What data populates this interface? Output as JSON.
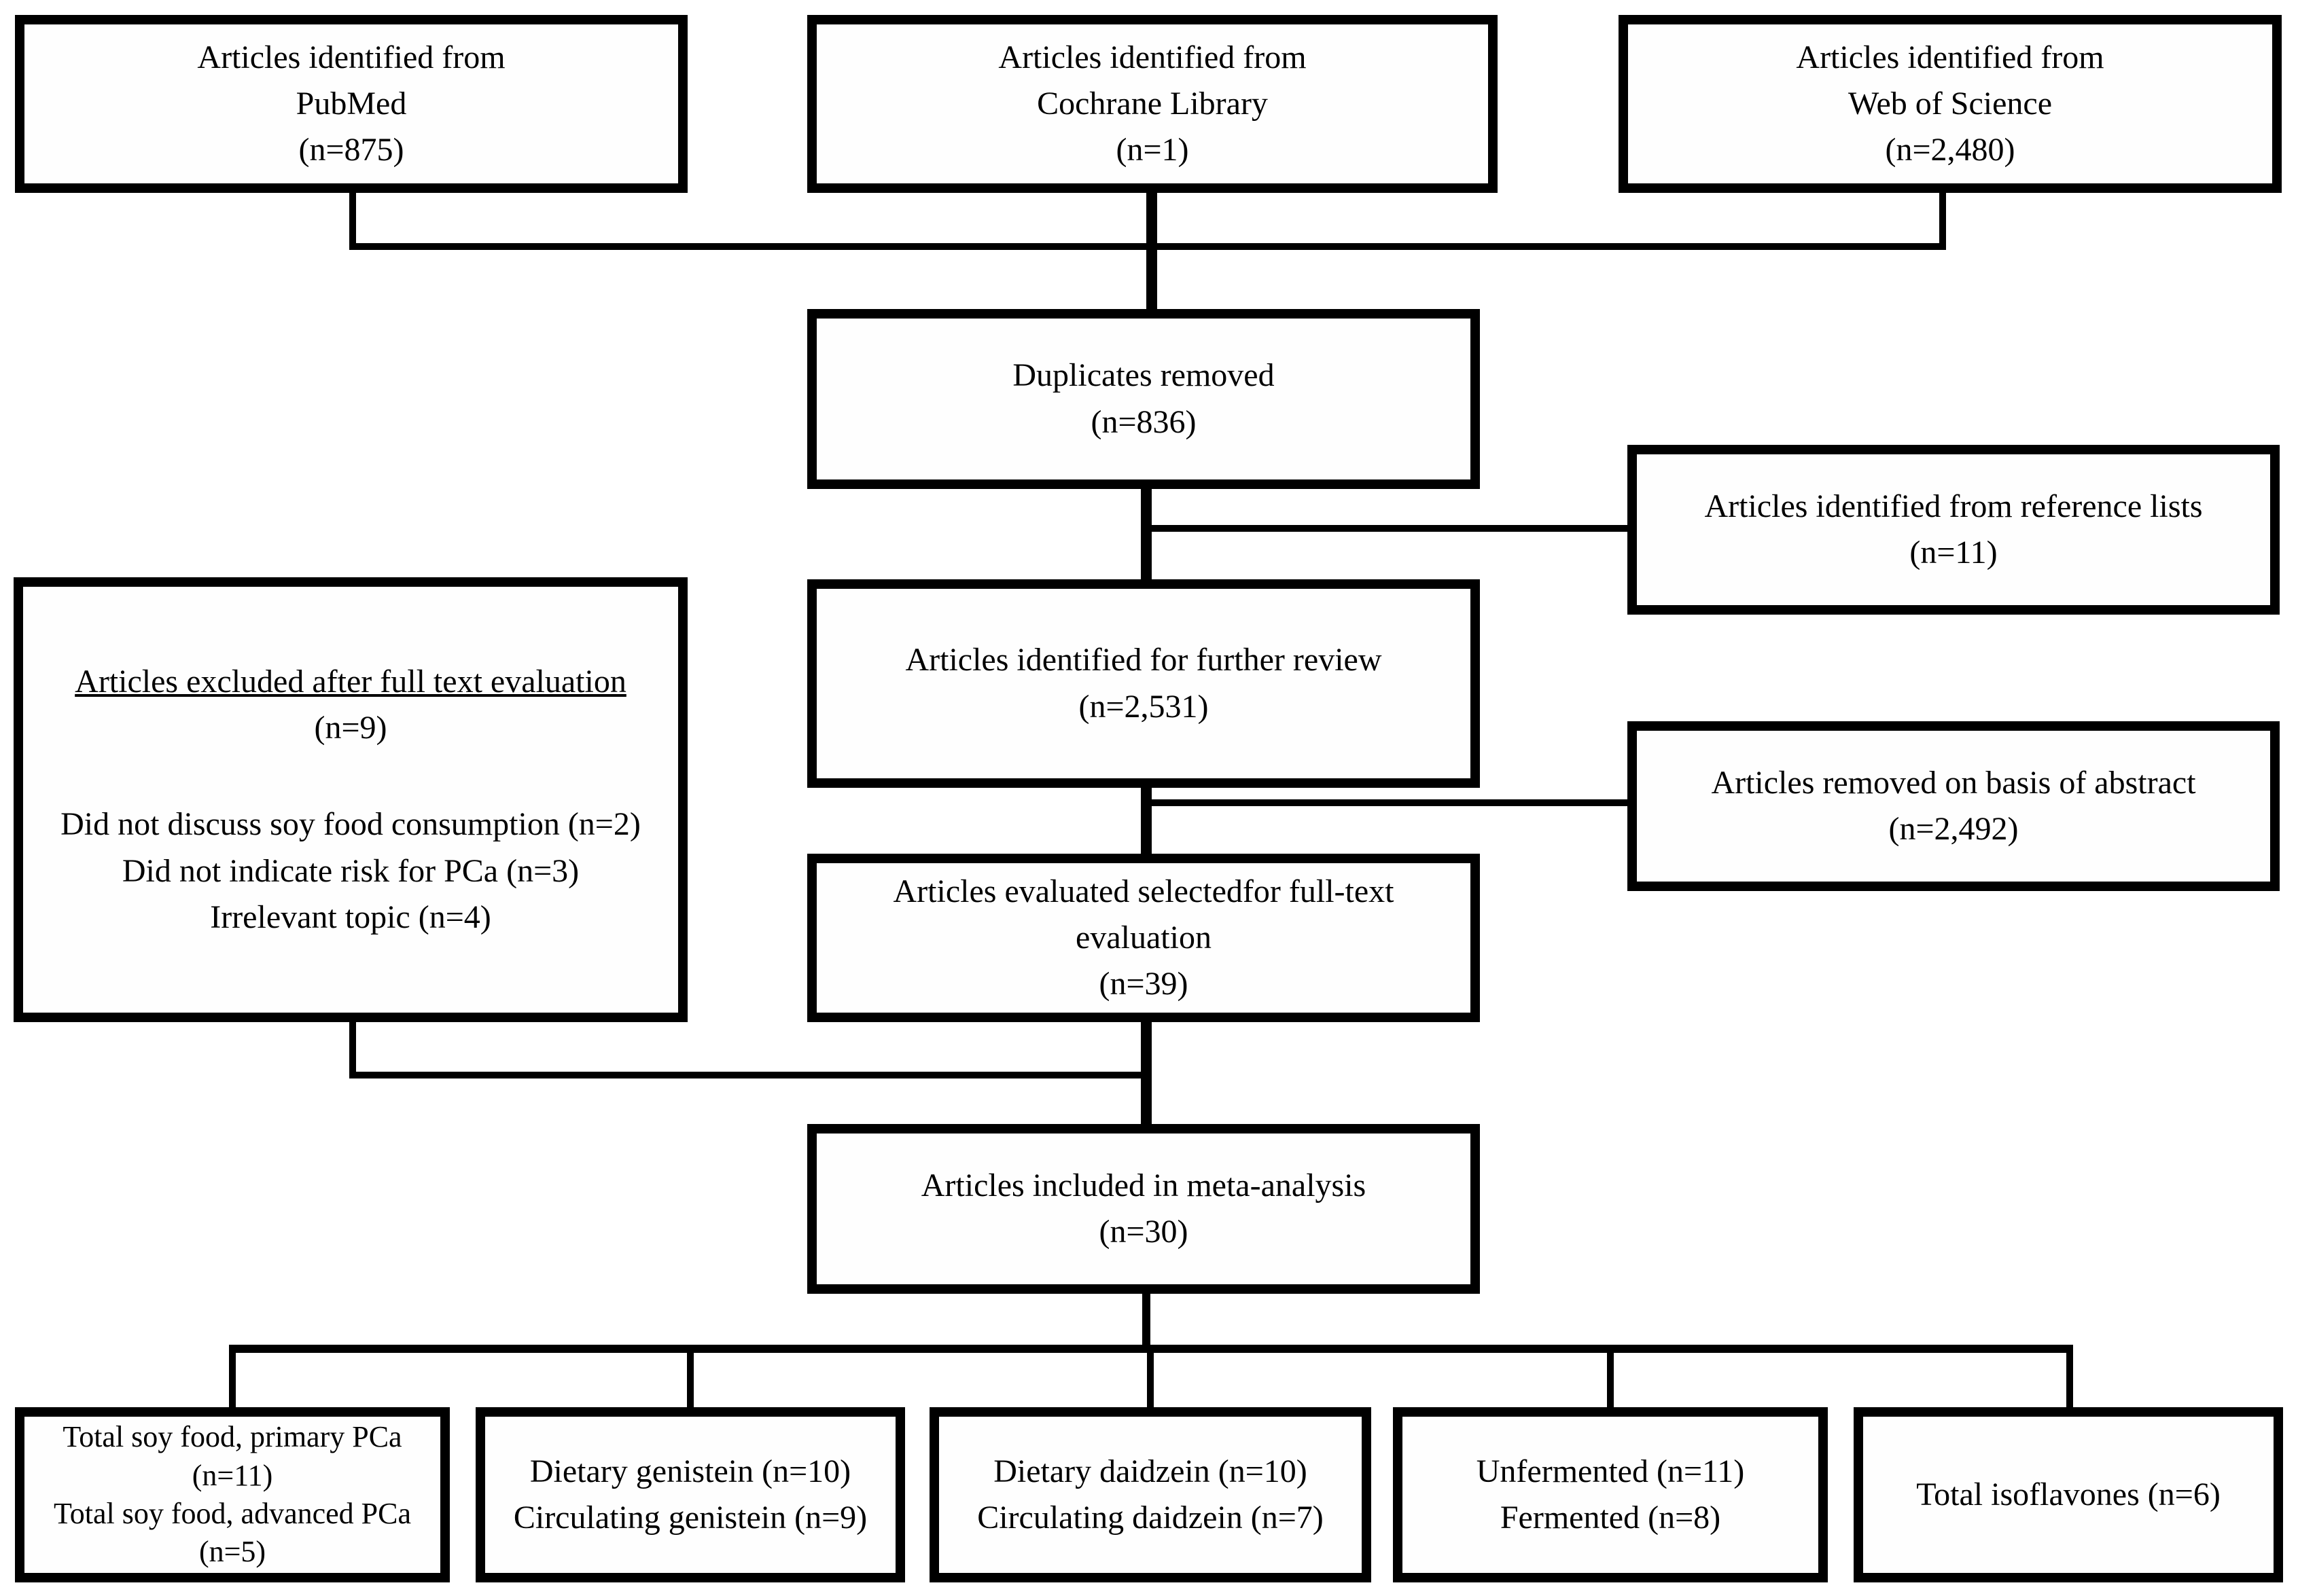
{
  "diagram": {
    "type": "flowchart",
    "description": "Article selection flow diagram for a meta-analysis of soy food and prostate cancer studies",
    "colors": {
      "box_border": "#000000",
      "connector": "#000000",
      "background": "#ffffff",
      "text": "#000000"
    }
  },
  "nodes": {
    "pubmed": {
      "lines": [
        "Articles identified from",
        "PubMed",
        "(n=875)"
      ]
    },
    "cochrane": {
      "lines": [
        "Articles identified from",
        "Cochrane Library",
        "(n=1)"
      ]
    },
    "web_of_science": {
      "lines": [
        "Articles identified from",
        "Web of Science",
        "(n=2,480)"
      ]
    },
    "duplicates_removed": {
      "lines": [
        "Duplicates removed",
        "(n=836)"
      ]
    },
    "reference_lists": {
      "lines": [
        "Articles identified from reference lists",
        "(n=11)"
      ]
    },
    "further_review": {
      "lines": [
        "Articles identified for further review",
        "(n=2,531)"
      ]
    },
    "abstract_removed": {
      "lines": [
        "Articles removed on basis of abstract",
        "(n=2,492)"
      ]
    },
    "excluded_full_text": {
      "title": "Articles excluded after full text evaluation",
      "count": "(n=9)",
      "reasons": [
        "Did not discuss soy food consumption (n=2)",
        "Did not indicate risk for PCa (n=3)",
        "Irrelevant topic (n=4)"
      ]
    },
    "evaluated_full_text": {
      "lines": [
        "Articles evaluated selectedfor full-text",
        "evaluation",
        "(n=39)"
      ]
    },
    "included_meta_analysis": {
      "lines": [
        "Articles included in meta-analysis",
        "(n=30)"
      ]
    },
    "total_soy_food": {
      "lines": [
        "Total soy food, primary PCa",
        "(n=11)",
        "Total soy food, advanced PCa",
        "(n=5)"
      ]
    },
    "genistein": {
      "lines": [
        "Dietary genistein (n=10)",
        "Circulating genistein (n=9)"
      ]
    },
    "daidzein": {
      "lines": [
        "Dietary daidzein (n=10)",
        "Circulating daidzein (n=7)"
      ]
    },
    "fermentation": {
      "lines": [
        "Unfermented (n=11)",
        "Fermented (n=8)"
      ]
    },
    "total_isoflavones": {
      "lines": [
        "Total isoflavones (n=6)"
      ]
    }
  }
}
